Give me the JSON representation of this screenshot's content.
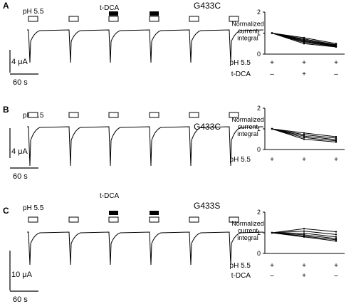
{
  "panels": [
    {
      "letter": "A",
      "mutant": "G433C",
      "ph_label": "pH 5.5",
      "tdca_label": "t-DCA",
      "scale_y": "4 μA",
      "scale_x": "60 s",
      "bars": [
        "open",
        "open",
        "filled",
        "filled",
        "open",
        "open"
      ],
      "chart_data": {
        "type": "line",
        "ylabel": "Normalized current integral",
        "ylim": [
          0,
          2
        ],
        "yticks": [
          0,
          1,
          2
        ],
        "rows": [
          {
            "label": "pH 5.5",
            "values": [
              "+",
              "+",
              "+"
            ]
          },
          {
            "label": "t-DCA",
            "values": [
              "–",
              "+",
              "–"
            ]
          }
        ],
        "series": [
          {
            "values": [
              1.0,
              0.78,
              0.5
            ]
          },
          {
            "values": [
              1.0,
              0.72,
              0.45
            ]
          },
          {
            "values": [
              1.0,
              0.68,
              0.42
            ]
          },
          {
            "values": [
              1.0,
              0.64,
              0.4
            ]
          },
          {
            "values": [
              1.0,
              0.6,
              0.38
            ]
          },
          {
            "values": [
              1.0,
              0.56,
              0.36
            ]
          },
          {
            "values": [
              1.0,
              0.5,
              0.34
            ]
          }
        ]
      }
    },
    {
      "letter": "B",
      "mutant": "G433C",
      "ph_label": "pH 5.5",
      "tdca_label": "",
      "scale_y": "4 μA",
      "scale_x": "60 s",
      "bars": [
        "open",
        "open",
        "open",
        "open",
        "open",
        "open"
      ],
      "chart_data": {
        "type": "line",
        "ylabel": "Normalized current integral",
        "ylim": [
          0,
          2
        ],
        "yticks": [
          0,
          1,
          2
        ],
        "rows": [
          {
            "label": "pH 5.5",
            "values": [
              "+",
              "+",
              "+"
            ]
          }
        ],
        "series": [
          {
            "values": [
              1.0,
              0.8,
              0.62
            ]
          },
          {
            "values": [
              1.0,
              0.72,
              0.55
            ]
          },
          {
            "values": [
              1.0,
              0.65,
              0.48
            ]
          },
          {
            "values": [
              1.0,
              0.58,
              0.42
            ]
          },
          {
            "values": [
              1.0,
              0.5,
              0.36
            ]
          }
        ]
      }
    },
    {
      "letter": "C",
      "mutant": "G433S",
      "ph_label": "pH 5.5",
      "tdca_label": "t-DCA",
      "scale_y": "10 μA",
      "scale_x": "60 s",
      "bars": [
        "open",
        "open",
        "filled",
        "filled",
        "open",
        "open"
      ],
      "chart_data": {
        "type": "line",
        "ylabel": "Normalized current integral",
        "ylim": [
          0,
          2
        ],
        "yticks": [
          0,
          1,
          2
        ],
        "rows": [
          {
            "label": "pH 5.5",
            "values": [
              "+",
              "+",
              "+"
            ]
          },
          {
            "label": "t-DCA",
            "values": [
              "–",
              "+",
              "–"
            ]
          }
        ],
        "series": [
          {
            "values": [
              1.0,
              1.2,
              1.05
            ]
          },
          {
            "values": [
              1.0,
              1.08,
              0.92
            ]
          },
          {
            "values": [
              1.0,
              0.98,
              0.8
            ]
          },
          {
            "values": [
              1.0,
              0.9,
              0.72
            ]
          },
          {
            "values": [
              1.0,
              0.84,
              0.66
            ]
          },
          {
            "values": [
              1.0,
              0.8,
              0.6
            ]
          }
        ]
      }
    }
  ]
}
